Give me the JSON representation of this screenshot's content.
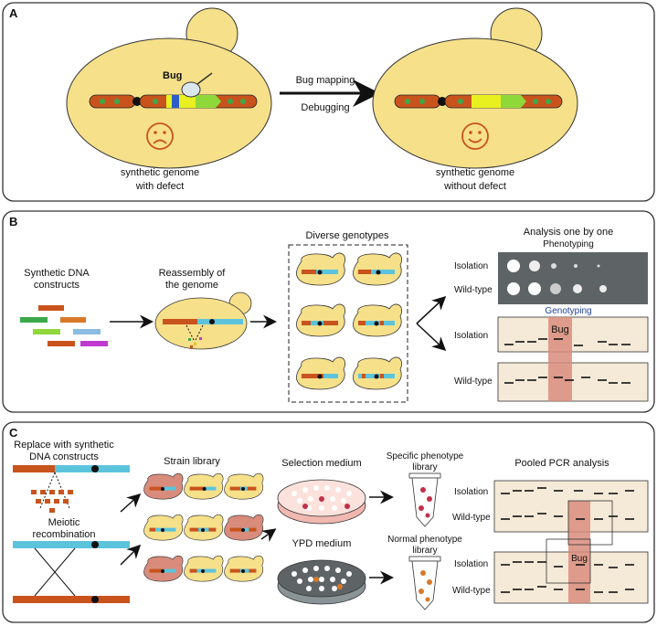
{
  "panel_a": {
    "label": "A",
    "bug_label": "Bug",
    "arrow_label_top": "Bug mapping",
    "arrow_label_bottom": "Debugging",
    "left_caption_1": "synthetic genome",
    "left_caption_2": "with defect",
    "right_caption_1": "synthetic genome",
    "right_caption_2": "without defect"
  },
  "panel_b": {
    "label": "B",
    "constructs_1": "Synthetic DNA",
    "constructs_2": "constructs",
    "reassembly_1": "Reassembly of",
    "reassembly_2": "the genome",
    "diverse": "Diverse genotypes",
    "analysis": "Analysis one by one",
    "phenotyping": "Phenotyping",
    "genotyping": "Genotyping",
    "isolation": "Isolation",
    "wild_type": "Wild-type",
    "bug": "Bug"
  },
  "panel_c": {
    "label": "C",
    "replace_1": "Replace with synthetic",
    "replace_2": "DNA constructs",
    "meiotic_1": "Meiotic",
    "meiotic_2": "recombination",
    "strain_library": "Strain library",
    "selection_medium": "Selection medium",
    "ypd_medium": "YPD medium",
    "specific_1": "Specific phenotype",
    "specific_2": "library",
    "normal_1": "Normal phenotype",
    "normal_2": "library",
    "pooled": "Pooled PCR analysis",
    "isolation": "Isolation",
    "wild_type": "Wild-type",
    "bug": "Bug"
  },
  "colors": {
    "yeast": "#f6e08a",
    "chromosome": "#c9531c",
    "synthetic": "#5bc4dc",
    "bug_region": "#d98c7c",
    "plate_dark": "#5e6466",
    "panel_bg": "#f5ead8"
  }
}
